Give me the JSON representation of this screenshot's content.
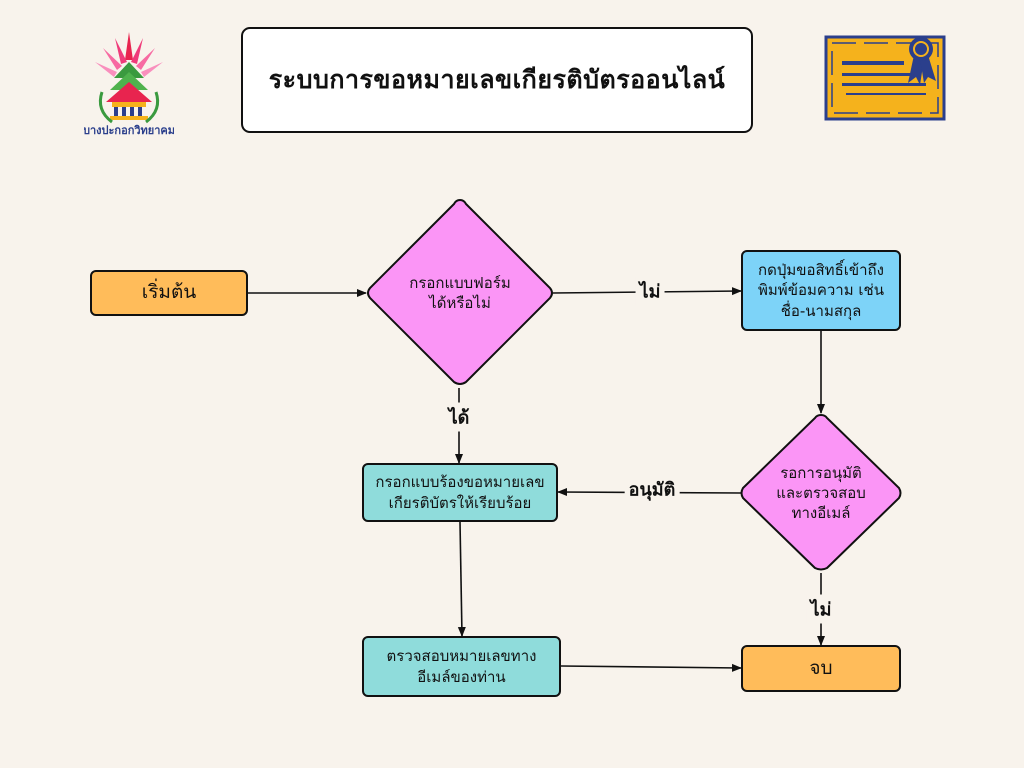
{
  "header": {
    "title": "ระบบการขอหมายเลขเกียรติบัตรออนไลน์",
    "logo_text": "บางปะกอกวิทยาคม"
  },
  "flow": {
    "start": "เริ่มต้น",
    "decision_form": "กรอกแบบฟอร์ม\nได้หรือไม่",
    "request_access": "กดปุ่มขอสิทธิ์เข้าถึง\nพิมพ์ข้อมความ เช่น\nชื่อ-นามสกุล",
    "decision_approve": "รอการอนุมัติ\nและตรวจสอบ\nทางอีเมล์",
    "fill_request": "กรอกแบบร้องขอหมายเลข\nเกียรติบัตรให้เรียบร้อย",
    "check_email": "ตรวจสอบหมายเลขทาง\nอีเมล์ของท่าน",
    "end": "จบ"
  },
  "edges": {
    "no_top": "ไม่",
    "yes_down": "ได้",
    "approved": "อนุมัติ",
    "no_right": "ไม่"
  },
  "colors": {
    "background": "#f8f3ec",
    "terminal": "#ffbc5a",
    "decision": "#fb95f6",
    "process_blue": "#7dd3f8",
    "process_teal": "#8fdcdb",
    "certificate": "#f5b21c",
    "certificate_border": "#2b3f8c"
  },
  "icons": {
    "logo": "school-emblem-icon",
    "certificate": "certificate-icon"
  }
}
